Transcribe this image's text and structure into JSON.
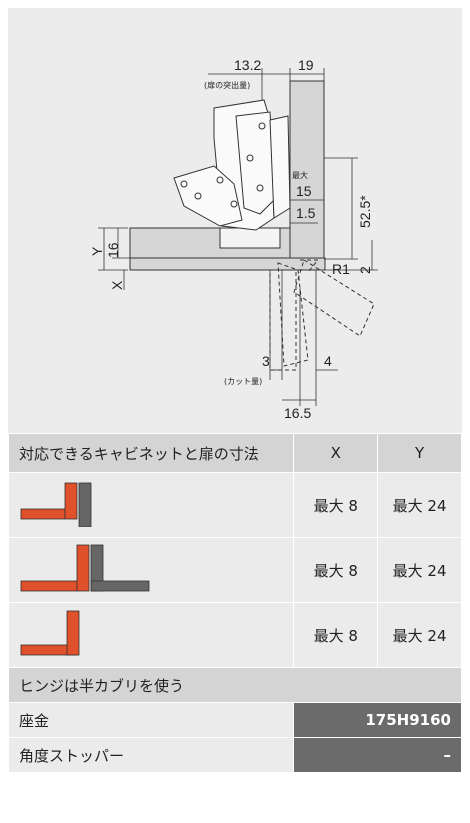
{
  "diagram": {
    "dim_13_2": "13.2",
    "dim_13_2_note": "(扉の突出量)",
    "dim_19": "19",
    "dim_max": "最大",
    "dim_15": "15",
    "dim_1_5": "1.5",
    "dim_52_5": "52.5*",
    "dim_16": "16",
    "label_Y": "Y",
    "label_X": "X",
    "dim_R1": "R1",
    "dim_2": "2",
    "dim_3": "3",
    "dim_3_note": "(カット量)",
    "dim_4": "4",
    "dim_16_5": "16.5"
  },
  "table": {
    "header_label": "対応できるキャビネットと扉の寸法",
    "col_x": "X",
    "col_y": "Y",
    "rows": [
      {
        "x": "最大 8",
        "y": "最大 24"
      },
      {
        "x": "最大 8",
        "y": "最大 24"
      },
      {
        "x": "最大 8",
        "y": "最大 24"
      }
    ],
    "note": "ヒンジは半カブリを使う",
    "washer_label": "座金",
    "washer_value": "175H9160",
    "stopper_label": "角度ストッパー",
    "stopper_value": "–"
  },
  "colors": {
    "door": "#e0502a",
    "cabinet": "#666666"
  }
}
